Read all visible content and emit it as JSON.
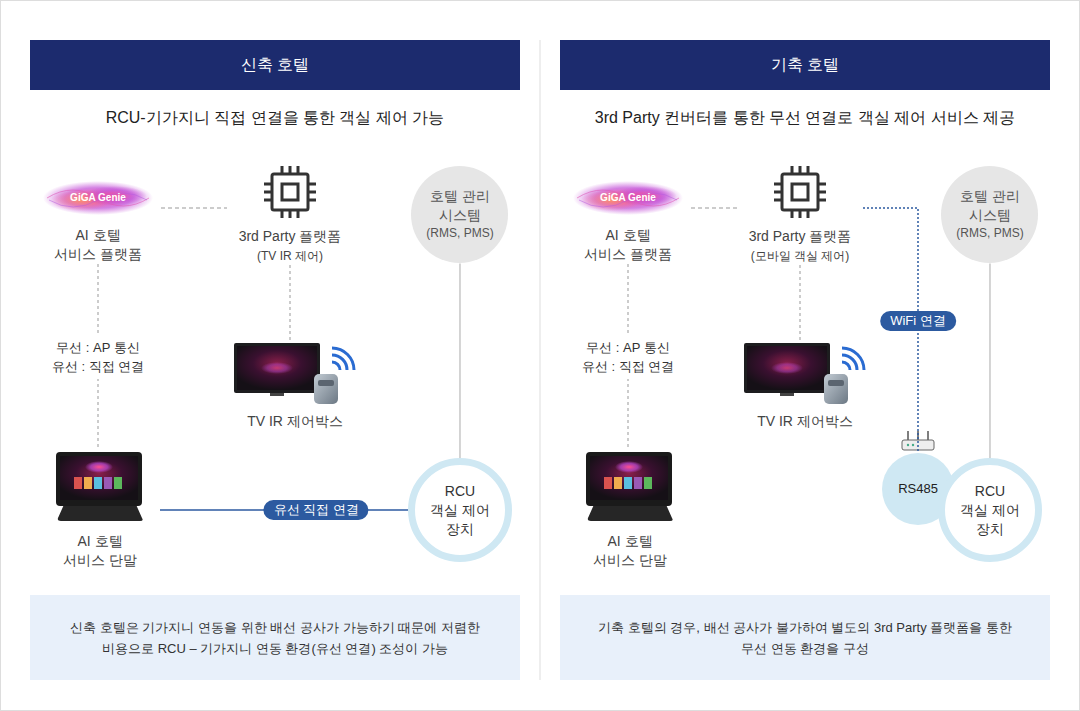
{
  "diagram": {
    "nodes": [
      {
        "text": [
          "신축 호텔"
        ]
      },
      {
        "text": [
          "GiGA Genie",
          "AI 호텔 서비스 플랫폼"
        ]
      },
      {
        "text": [
          "3rd Party 플랫폼",
          "(TV IR 제어)"
        ]
      },
      {
        "text": [
          "호텔 관리 시스템",
          "(RMS, PMS)"
        ]
      },
      {
        "text": [
          "TV IR 제어박스"
        ]
      },
      {
        "text": [
          "AI 호텔 서비스 단말"
        ]
      },
      {
        "text": [
          "RCU 객실 제어 장치"
        ]
      },
      {
        "text": [
          "신축 호텔은 기가지니 연동을 위한 배선 공사가 가능하기 때문에 저렴한 비용으로 RCU – 기가지니 연동 환경(유선 연결) 조성이 가능"
        ]
      },
      {
        "text": [
          "기축 호텔"
        ]
      },
      {
        "text": [
          "GiGA Genie",
          "AI 호텔 서비스 플랫폼"
        ]
      },
      {
        "text": [
          "3rd Party 플랫폼",
          "(모바일 객실 제어)"
        ]
      },
      {
        "text": [
          "호텔 관리 시스템",
          "(RMS, PMS)"
        ]
      },
      {
        "text": [
          "TV IR 제어박스"
        ]
      },
      {
        "text": [
          "RS485"
        ]
      },
      {
        "text": [
          "RCU 객실 제어 장치"
        ]
      },
      {
        "text": [
          "AI 호텔 서비스 단말"
        ]
      },
      {
        "text": [
          "기축 호텔의 경우, 배선 공사가 불가하여 별도의 3rd Party 플랫폼을 통한 무선 연동 환경을 구성"
        ]
      }
    ],
    "edges": [
      {
        "from": 1,
        "to": 2,
        "arrow": "none"
      },
      {
        "from": 1,
        "to": 5,
        "arrow": "none",
        "label": "무선 : AP 통신 유선 : 직접 연결"
      },
      {
        "from": 2,
        "to": 4,
        "arrow": "none"
      },
      {
        "from": 3,
        "to": 6,
        "arrow": "none"
      },
      {
        "from": 5,
        "to": 6,
        "arrow": "none",
        "label": "유선 직접 연결"
      },
      {
        "from": 9,
        "to": 10,
        "arrow": "none"
      },
      {
        "from": 9,
        "to": 15,
        "arrow": "none",
        "label": "무선 : AP 통신 유선 : 직접 연결"
      },
      {
        "from": 10,
        "to": 12,
        "arrow": "none"
      },
      {
        "from": 10,
        "to": 13,
        "arrow": "none",
        "label": "WiFi 연결"
      },
      {
        "from": 11,
        "to": 14,
        "arrow": "none"
      }
    ],
    "labels": [
      "RCU-기가지니 직접 연결을 통한 객실 제어 가능",
      "3rd Party 컨버터를 통한 무선 연결로 객실 제어 서비스 제공"
    ]
  }
}
